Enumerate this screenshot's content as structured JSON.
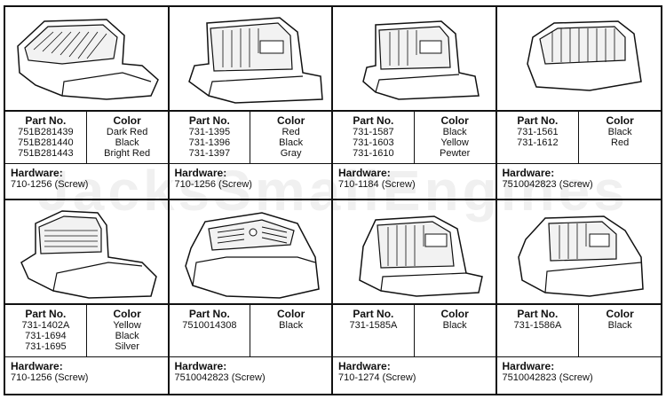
{
  "headers": {
    "part_no": "Part No.",
    "color": "Color",
    "hardware": "Hardware:"
  },
  "watermark": "JacksSmallEngines",
  "cells": [
    {
      "parts": [
        "751B281439",
        "751B281440",
        "751B281443"
      ],
      "colors": [
        "Dark Red",
        "Black",
        "Bright Red"
      ],
      "hardware": "710-1256 (Screw)"
    },
    {
      "parts": [
        "731-1395",
        "731-1396",
        "731-1397"
      ],
      "colors": [
        "Red",
        "Black",
        "Gray"
      ],
      "hardware": "710-1256 (Screw)"
    },
    {
      "parts": [
        "731-1587",
        "731-1603",
        "731-1610"
      ],
      "colors": [
        "Black",
        "Yellow",
        "Pewter"
      ],
      "hardware": "710-1184 (Screw)"
    },
    {
      "parts": [
        "731-1561",
        "731-1612"
      ],
      "colors": [
        "Black",
        "Red"
      ],
      "hardware": "7510042823 (Screw)"
    },
    {
      "parts": [
        "731-1402A",
        "731-1694",
        "731-1695"
      ],
      "colors": [
        "Yellow",
        "Black",
        "Silver"
      ],
      "hardware": "710-1256 (Screw)"
    },
    {
      "parts": [
        "7510014308"
      ],
      "colors": [
        "Black"
      ],
      "hardware": "7510042823 (Screw)"
    },
    {
      "parts": [
        "731-1585A"
      ],
      "colors": [
        "Black"
      ],
      "hardware": "710-1274 (Screw)"
    },
    {
      "parts": [
        "731-1586A"
      ],
      "colors": [
        "Black"
      ],
      "hardware": "7510042823 (Screw)"
    }
  ]
}
